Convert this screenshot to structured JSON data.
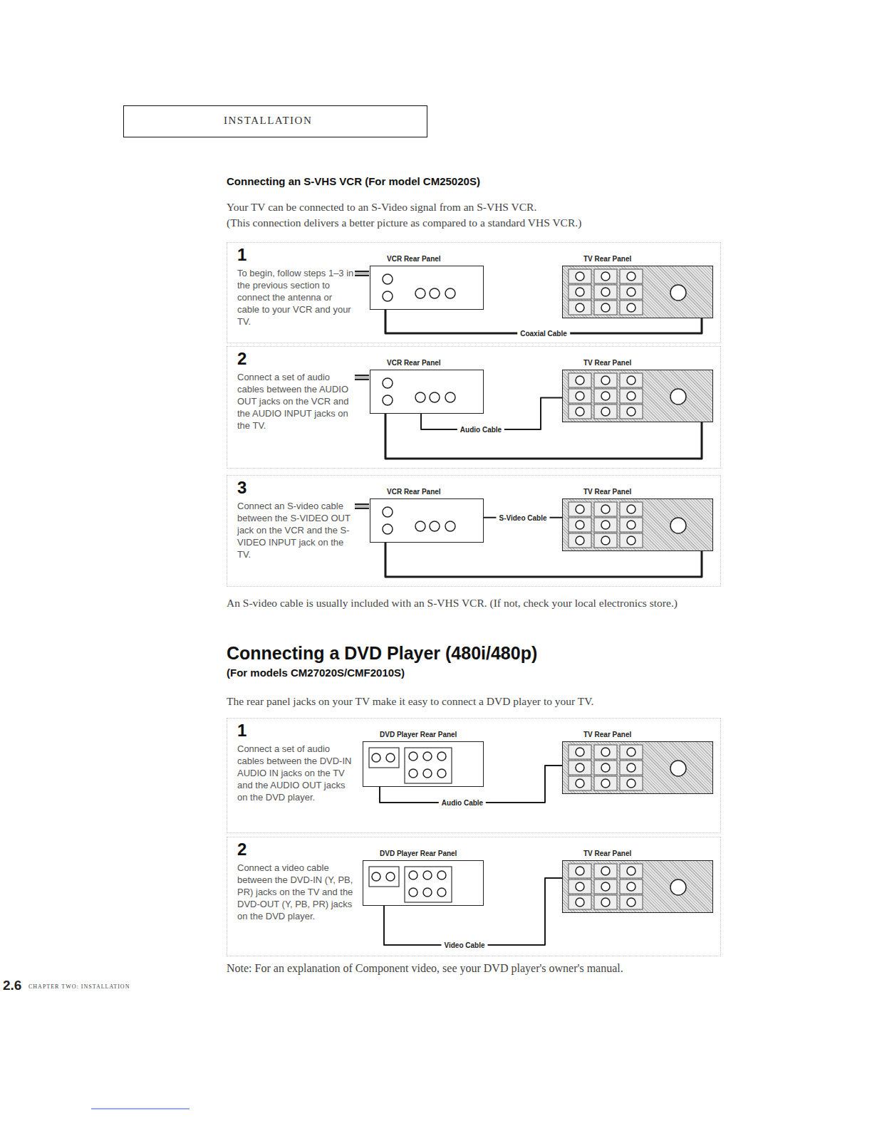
{
  "diagram": {
    "nodes": [
      {
        "text": [
          "INSTALLATION"
        ]
      },
      {
        "text": [
          "1",
          "To begin, follow steps 1–3 in the previous section to connect the antenna or cable to your VCR and your TV."
        ]
      },
      {
        "text": [
          "VCR Rear Panel"
        ],
        "in": 1
      },
      {
        "text": [
          "TV Rear Panel"
        ],
        "in": 1
      },
      {
        "text": [
          "2",
          "Connect a set of audio cables between the AUDIO OUT jacks on the VCR and the AUDIO INPUT jacks on the TV."
        ]
      },
      {
        "text": [
          "VCR Rear Panel"
        ],
        "in": 4
      },
      {
        "text": [
          "TV Rear Panel"
        ],
        "in": 4
      },
      {
        "text": [
          "3",
          "Connect an S-video cable between the S-VIDEO OUT jack on the VCR and the S-VIDEO INPUT jack on the TV."
        ]
      },
      {
        "text": [
          "VCR Rear Panel"
        ],
        "in": 7
      },
      {
        "text": [
          "TV Rear Panel"
        ],
        "in": 7
      },
      {
        "text": [
          "1",
          "Connect a set of audio cables between the DVD-IN AUDIO IN jacks on the TV and the AUDIO OUT jacks on the DVD player."
        ]
      },
      {
        "text": [
          "DVD Player Rear Panel"
        ],
        "in": 10
      },
      {
        "text": [
          "TV Rear Panel"
        ],
        "in": 10
      },
      {
        "text": [
          "2",
          "Connect a video cable between the DVD-IN (Y, PB, PR) jacks on the TV and the DVD-OUT (Y, PB, PR) jacks on the DVD player."
        ]
      },
      {
        "text": [
          "DVD Player Rear Panel"
        ],
        "in": 13
      },
      {
        "text": [
          "TV Rear Panel"
        ],
        "in": 13
      }
    ],
    "edges": [
      {
        "from": 2,
        "to": 3,
        "label": "Coaxial Cable",
        "arrow": "none"
      },
      {
        "from": 5,
        "to": 6,
        "arrow": "none"
      },
      {
        "from": 5,
        "to": 6,
        "label": "Audio Cable",
        "arrow": "none"
      },
      {
        "from": 8,
        "to": 9,
        "arrow": "none"
      },
      {
        "from": 8,
        "to": 9,
        "label": "S-Video Cable",
        "arrow": "none"
      },
      {
        "from": 11,
        "to": 12,
        "label": "Audio Cable",
        "arrow": "none"
      },
      {
        "from": 14,
        "to": 15,
        "label": "Video Cable",
        "arrow": "none"
      }
    ],
    "labels": [
      "Connecting an S-VHS VCR (For model CM25020S)",
      "Your TV can be connected to an S-Video signal from an S-VHS VCR.",
      "(This connection delivers a better picture as compared to a standard VHS VCR.)",
      "An S-video cable is usually included with an S-VHS VCR. (If not, check your local electronics store.)",
      "Connecting a DVD Player (480i/480p)",
      "(For models CM27020S/CMF2010S)",
      "The rear panel jacks on your TV make it easy to connect a DVD player to your TV.",
      "Note: For an explanation of Component video, see your DVD player's owner's manual.",
      "2.6",
      "CHAPTER TWO: INSTALLATION"
    ]
  }
}
